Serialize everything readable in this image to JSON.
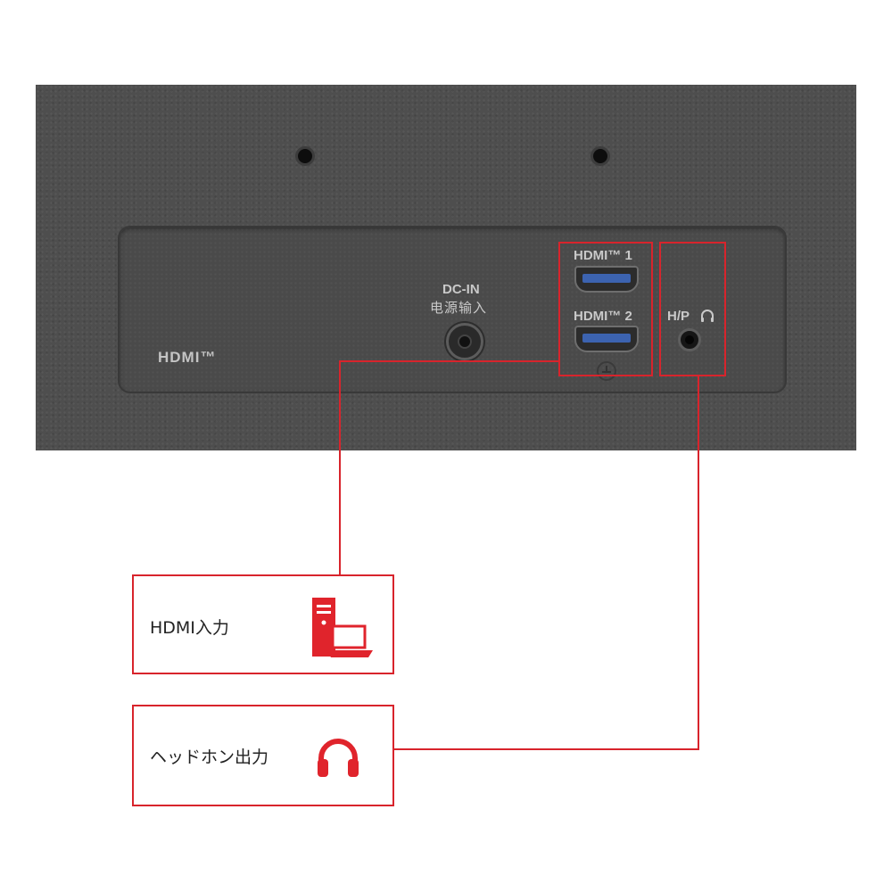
{
  "panel": {
    "hdmi_logo": "HDMI™",
    "dc_in_label": "DC-IN",
    "dc_in_sublabel": "电源输入",
    "hdmi1_label": "HDMI™ 1",
    "hdmi2_label": "HDMI™ 2",
    "hp_label": "H/P"
  },
  "callouts": [
    {
      "label": "HDMI入力",
      "icon": "pc-laptop-icon"
    },
    {
      "label": "ヘッドホン出力",
      "icon": "headphones-icon"
    }
  ],
  "colors": {
    "highlight": "#d8242c",
    "icon_red": "#e0242c",
    "housing": "#4e4e4e",
    "port_blue": "#3c63b0"
  }
}
